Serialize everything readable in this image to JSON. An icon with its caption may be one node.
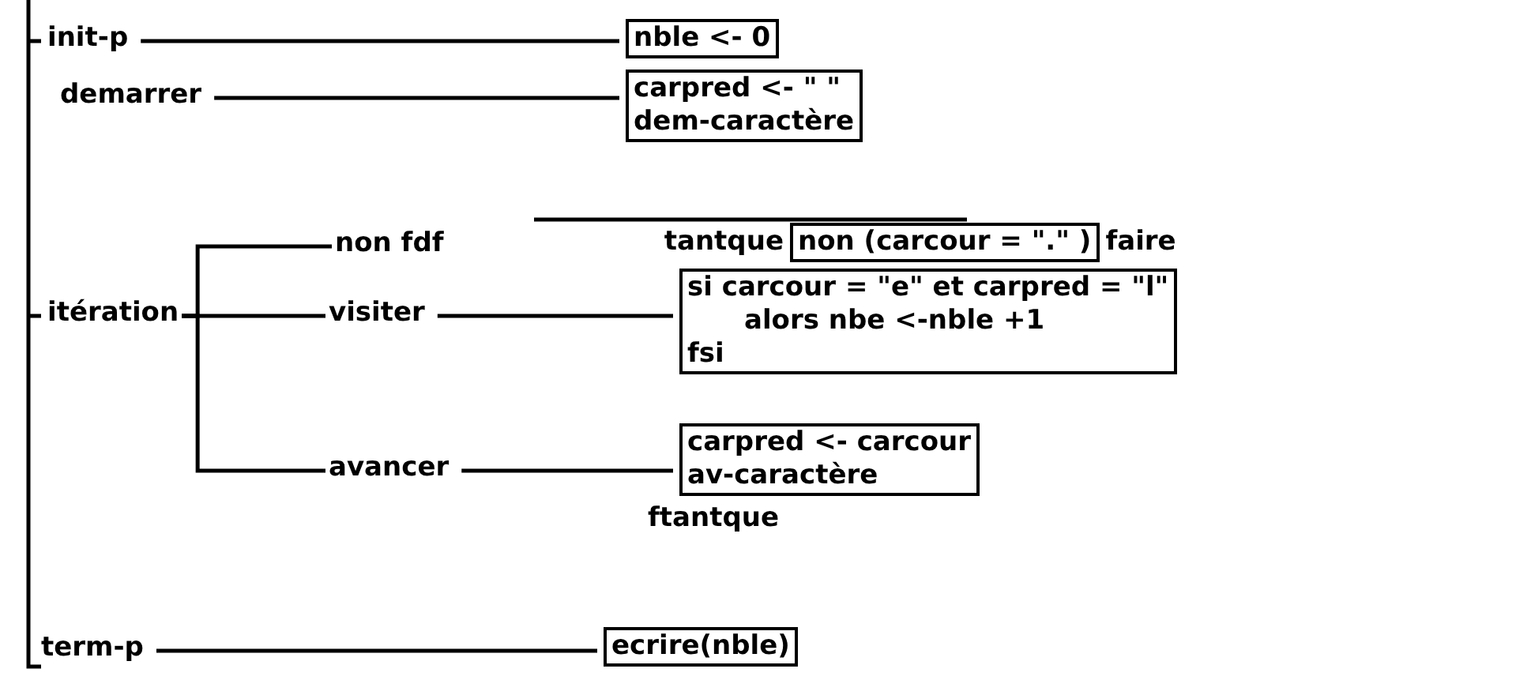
{
  "diagram": {
    "nodes": [
      {
        "text": [
          "init-p"
        ]
      },
      {
        "text": [
          "nble <- 0"
        ]
      },
      {
        "text": [
          "demarrer"
        ]
      },
      {
        "text": [
          "carpred <- \" \"",
          "dem-caractère"
        ]
      },
      {
        "text": [
          "non fdf"
        ]
      },
      {
        "text": [
          "non (carcour = \".\" )"
        ],
        "beside": [
          "tantque",
          "faire"
        ]
      },
      {
        "text": [
          "itération"
        ]
      },
      {
        "text": [
          "visiter"
        ]
      },
      {
        "text": [
          "si carcour = \"e\" et carpred = \"l\"",
          "alors nbe <-nble +1",
          "fsi"
        ]
      },
      {
        "text": [
          "avancer"
        ]
      },
      {
        "text": [
          "carpred <- carcour",
          "av-caractère"
        ]
      },
      {
        "text": [
          "term-p"
        ]
      },
      {
        "text": [
          "ecrire(nble)"
        ]
      }
    ],
    "edges": [
      {
        "from": 0,
        "to": 1,
        "arrow": "none"
      },
      {
        "from": 2,
        "to": 3,
        "arrow": "none"
      },
      {
        "from": 6,
        "to": 4,
        "arrow": "none"
      },
      {
        "from": 6,
        "to": 7,
        "arrow": "none"
      },
      {
        "from": 6,
        "to": 9,
        "arrow": "none"
      },
      {
        "from": 7,
        "to": 8,
        "arrow": "none"
      },
      {
        "from": 9,
        "to": 10,
        "arrow": "none"
      },
      {
        "from": 11,
        "to": 12,
        "arrow": "none"
      }
    ],
    "labels": [
      "ftantque"
    ]
  }
}
